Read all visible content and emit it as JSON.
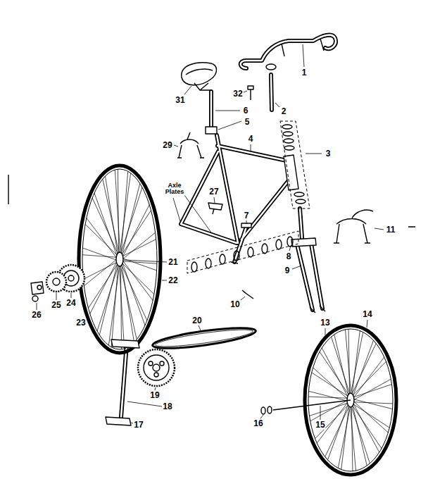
{
  "diagram": {
    "labels": [
      "1",
      "31",
      "32",
      "2",
      "6",
      "5",
      "29",
      "4",
      "3",
      "Axle Plates",
      "27",
      "11",
      "7",
      "8",
      "21",
      "9",
      "22",
      "24",
      "25",
      "26",
      "10",
      "20",
      "23",
      "13",
      "14",
      "19",
      "18",
      "17",
      "16",
      "15"
    ]
  }
}
